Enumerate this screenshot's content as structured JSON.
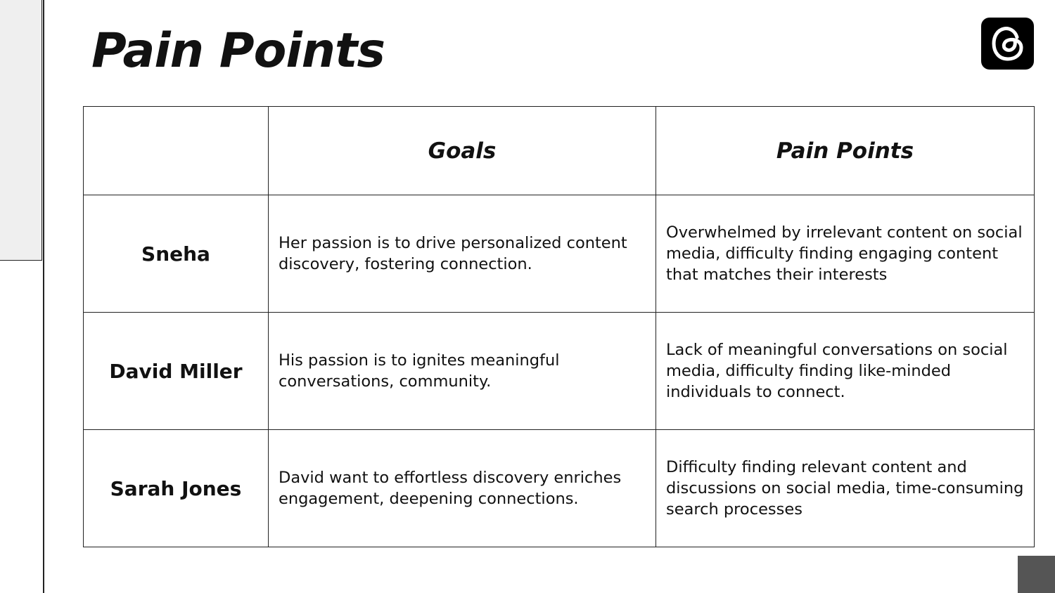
{
  "slide": {
    "title": "Pain Points",
    "logo_icon": "threads-logo-icon"
  },
  "table": {
    "headers": [
      "",
      "Goals",
      "Pain Points"
    ],
    "rows": [
      {
        "name": "Sneha",
        "goal": "Her passion is to drive personalized content discovery, fostering connection.",
        "pain": "Overwhelmed by irrelevant content on social media, difficulty finding engaging content that matches their interests"
      },
      {
        "name": "David Miller",
        "goal": "His passion is to ignites meaningful conversations, community.",
        "pain": "Lack of meaningful conversations on social media, difficulty finding like-minded individuals to connect."
      },
      {
        "name": "Sarah Jones",
        "goal": "David want to effortless discovery enriches engagement, deepening connections.",
        "pain": "Difficulty finding relevant content and discussions on social media, time-consuming search processes"
      }
    ]
  },
  "colors": {
    "panel": "#efefef",
    "corner_block": "#555555",
    "border": "#222222",
    "logo_bg": "#000000"
  }
}
